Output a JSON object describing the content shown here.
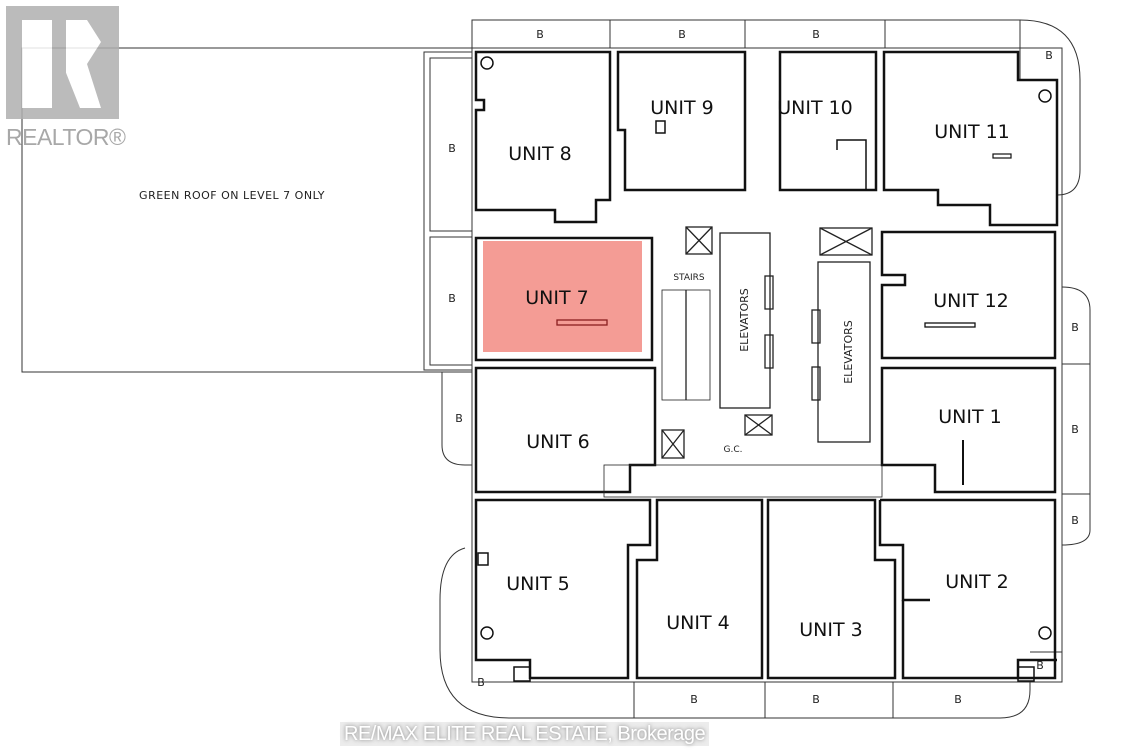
{
  "plan": {
    "green_roof_note": "GREEN ROOF ON LEVEL 7 ONLY",
    "balcony_label": "B",
    "highlight_color": "#f28b82",
    "units": {
      "u1": "UNIT 1",
      "u2": "UNIT 2",
      "u3": "UNIT 3",
      "u4": "UNIT 4",
      "u5": "UNIT 5",
      "u6": "UNIT 6",
      "u7": "UNIT 7",
      "u8": "UNIT 8",
      "u9": "UNIT 9",
      "u10": "UNIT 10",
      "u11": "UNIT 11",
      "u12": "UNIT 12"
    },
    "highlighted_unit": "UNIT 7",
    "core": {
      "stairs": "STAIRS",
      "elevators": "ELEVATORS",
      "gc": "G.C."
    }
  },
  "branding": {
    "logo_text": "REALTOR®",
    "watermark": "RE/MAX ELITE REAL ESTATE, Brokerage"
  }
}
